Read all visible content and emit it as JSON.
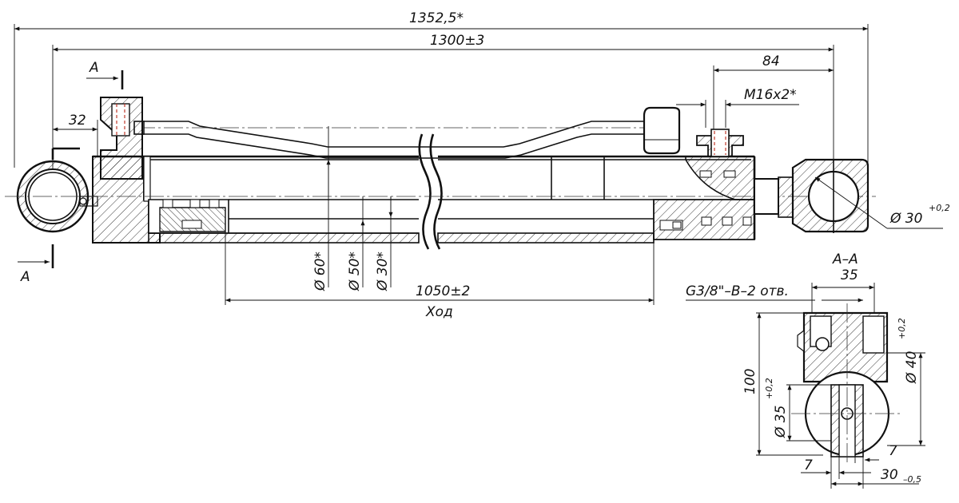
{
  "drawing": {
    "dims": {
      "overall_length": "1352,5*",
      "mount_length": "1300±3",
      "port_offset": "84",
      "thread": "M16x2*",
      "eye_offset": "32",
      "pin_bore": "Ø 30",
      "pin_bore_tol": "+0,2",
      "bore_dia": "Ø 60*",
      "rod_dia": "Ø 50*",
      "inner_dia": "Ø 30*",
      "stroke": "1050±2",
      "stroke_label": "Ход"
    },
    "section": {
      "label": "A–A",
      "marker": "A",
      "width_35": "35",
      "ports": "G3/8\"–B–2 отв.",
      "height_100": "100",
      "dia_35": "Ø 35",
      "dia_35_tol": "+0,2",
      "dia_40": "Ø 40",
      "dia_40_tol": "+0,2",
      "gap_7_left": "7",
      "gap_7_right": "7",
      "width_30": "30",
      "width_30_tol": "–0,5"
    }
  }
}
